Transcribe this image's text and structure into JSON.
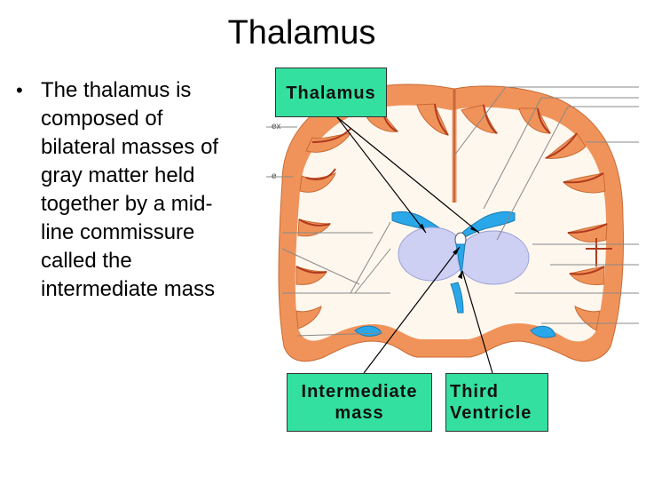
{
  "slide": {
    "title": "Thalamus",
    "bullet_symbol": "•",
    "bullet_text": "The thalamus is\ncomposed of\nbilateral masses of\ngray matter held\ntogether by a mid-\nline commissure\ncalled the\nintermediate mass"
  },
  "figure": {
    "labels": {
      "thalamus": "Thalamus",
      "intermediate_mass": "Intermediate\nmass",
      "third_ventricle": "Third\nVentricle"
    },
    "cropped_fragments": [
      "ex",
      "e"
    ]
  },
  "colors": {
    "label_fill": "#33e0a0",
    "cortex_orange": "#f0935a",
    "white_matter": "#fdf7ee",
    "ventricle_blue": "#2aa7e8",
    "thalamus_lilac": "#cdd0f2",
    "sulcus_red": "#b03a1e"
  }
}
